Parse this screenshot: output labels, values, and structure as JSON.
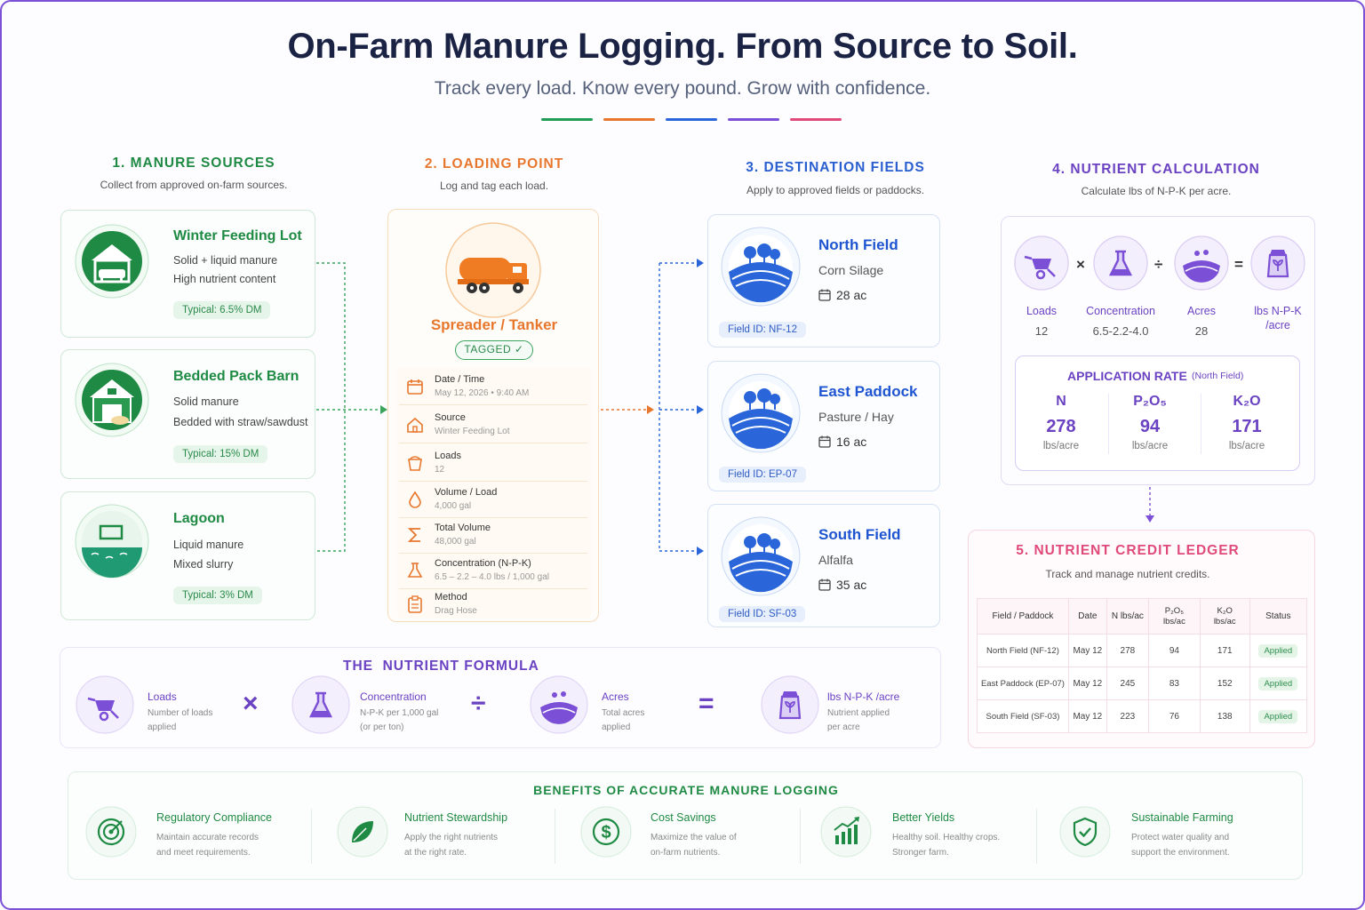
{
  "header": {
    "title": "On-Farm Manure Logging. From Source to Soil.",
    "subtitle": "Track every load. Know every pound. Grow with confidence.",
    "rule_colors": [
      "#1f9d55",
      "#e8772e",
      "#2a66d9",
      "#7b4fd6",
      "#e04a7a"
    ]
  },
  "sections": {
    "sources": {
      "title": "1. MANURE SOURCES",
      "subtitle": "Collect from approved on-farm sources."
    },
    "loading": {
      "title": "2. LOADING POINT",
      "subtitle": "Log and tag each load."
    },
    "fields": {
      "title": "3. DESTINATION FIELDS",
      "subtitle": "Apply to approved fields or paddocks."
    },
    "calc": {
      "title": "4. NUTRIENT CALCULATION",
      "subtitle": "Calculate lbs of N-P-K per acre."
    },
    "ledger": {
      "title": "5. NUTRIENT CREDIT LEDGER",
      "subtitle": "Track and manage nutrient credits."
    }
  },
  "sources": [
    {
      "name": "Winter Feeding Lot",
      "line1": "Solid + liquid manure",
      "line2": "High nutrient content",
      "typical": "Typical: 6.5% DM",
      "icon": "barn-cow-icon"
    },
    {
      "name": "Bedded Pack Barn",
      "line1": "Solid manure",
      "line2": "Bedded with straw/sawdust",
      "typical": "Typical: 15% DM",
      "icon": "barn-icon"
    },
    {
      "name": "Lagoon",
      "line1": "Liquid manure",
      "line2": "Mixed slurry",
      "typical": "Typical: 3% DM",
      "icon": "lagoon-icon"
    }
  ],
  "loading": {
    "vehicle": "Spreader / Tanker",
    "tag": "TAGGED ✓",
    "rows": [
      {
        "label": "Date / Time",
        "value": "May 12, 2026  •  9:40 AM",
        "icon": "calendar-icon"
      },
      {
        "label": "Source",
        "value": "Winter Feeding Lot",
        "icon": "home-icon"
      },
      {
        "label": "Loads",
        "value": "12",
        "icon": "bucket-icon"
      },
      {
        "label": "Volume / Load",
        "value": "4,000 gal",
        "icon": "drop-icon"
      },
      {
        "label": "Total Volume",
        "value": "48,000 gal",
        "icon": "sigma-icon"
      },
      {
        "label": "Concentration (N-P-K)",
        "value": "6.5 – 2.2 – 4.0 lbs / 1,000 gal",
        "icon": "flask-icon"
      },
      {
        "label": "Method",
        "value": "Drag Hose",
        "icon": "clipboard-icon"
      }
    ]
  },
  "fields": [
    {
      "name": "North Field",
      "crop": "Corn Silage",
      "acres": "28 ac",
      "id": "Field ID: NF-12"
    },
    {
      "name": "East Paddock",
      "crop": "Pasture / Hay",
      "acres": "16 ac",
      "id": "Field ID: EP-07"
    },
    {
      "name": "South Field",
      "crop": "Alfalfa",
      "acres": "35 ac",
      "id": "Field ID: SF-03"
    }
  ],
  "calc": {
    "items": [
      {
        "label": "Loads",
        "value": "12"
      },
      {
        "label": "Concentration",
        "value": "6.5-2.2-4.0"
      },
      {
        "label": "Acres",
        "value": "28"
      },
      {
        "label": "lbs N-P-K\n/acre",
        "value": ""
      }
    ],
    "ops": [
      "×",
      "÷",
      "="
    ],
    "rate_title": "APPLICATION RATE",
    "rate_note": "(North Field)",
    "rates": [
      {
        "nutrient": "N",
        "value": "278",
        "unit": "lbs/acre"
      },
      {
        "nutrient": "P₂O₅",
        "value": "94",
        "unit": "lbs/acre"
      },
      {
        "nutrient": "K₂O",
        "value": "171",
        "unit": "lbs/acre"
      }
    ]
  },
  "ledger": {
    "headers": [
      "Field / Paddock",
      "Date",
      "N lbs/ac",
      "P₂O₅\nlbs/ac",
      "K₂O\nlbs/ac",
      "Status"
    ],
    "rows": [
      [
        "North Field (NF-12)",
        "May 12",
        "278",
        "94",
        "171",
        "Applied"
      ],
      [
        "East Paddock (EP-07)",
        "May 12",
        "245",
        "83",
        "152",
        "Applied"
      ],
      [
        "South Field (SF-03)",
        "May 12",
        "223",
        "76",
        "138",
        "Applied"
      ]
    ]
  },
  "formula": {
    "title": "THE  NUTRIENT FORMULA",
    "items": [
      {
        "label": "Loads",
        "desc1": "Number of loads",
        "desc2": "applied"
      },
      {
        "label": "Concentration",
        "desc1": "N-P-K per 1,000 gal",
        "desc2": "(or per ton)"
      },
      {
        "label": "Acres",
        "desc1": "Total acres",
        "desc2": "applied"
      },
      {
        "label": "lbs N-P-K /acre",
        "desc1": "Nutrient applied",
        "desc2": "per acre"
      }
    ],
    "ops": [
      "×",
      "÷",
      "="
    ]
  },
  "benefits": {
    "title": "BENEFITS OF ACCURATE MANURE LOGGING",
    "items": [
      {
        "title": "Regulatory Compliance",
        "desc1": "Maintain accurate records",
        "desc2": "and meet requirements.",
        "icon": "target-icon"
      },
      {
        "title": "Nutrient Stewardship",
        "desc1": "Apply the right nutrients",
        "desc2": "at the right rate.",
        "icon": "leaf-icon"
      },
      {
        "title": "Cost Savings",
        "desc1": "Maximize the value of",
        "desc2": "on-farm nutrients.",
        "icon": "dollar-icon"
      },
      {
        "title": "Better Yields",
        "desc1": "Healthy soil. Healthy crops.",
        "desc2": "Stronger farm.",
        "icon": "growth-chart-icon"
      },
      {
        "title": "Sustainable Farming",
        "desc1": "Protect water quality and",
        "desc2": "support the environment.",
        "icon": "shield-check-icon"
      }
    ]
  }
}
